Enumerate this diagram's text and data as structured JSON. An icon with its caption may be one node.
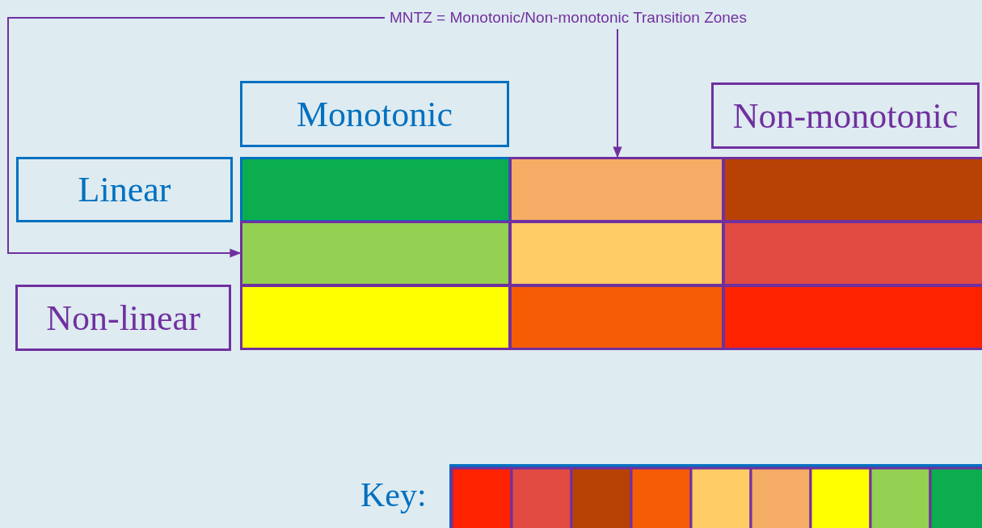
{
  "diagram": {
    "nodes": [
      {
        "text": [
          "MNTZ = Monotonic/Non-monotonic Transition Zones"
        ]
      },
      {
        "text": [
          "Monotonic"
        ]
      },
      {
        "text": [
          "Non-monotonic"
        ]
      },
      {
        "text": [
          "Linear"
        ]
      },
      {
        "text": [
          "Non-linear"
        ]
      },
      {
        "text": [],
        "shape": "box"
      },
      {
        "text": [],
        "shape": "box"
      },
      {
        "text": [],
        "shape": "box"
      },
      {
        "text": [],
        "shape": "box"
      },
      {
        "text": [],
        "shape": "box"
      },
      {
        "text": [],
        "shape": "box"
      },
      {
        "text": [],
        "shape": "box"
      },
      {
        "text": [],
        "shape": "box"
      },
      {
        "text": [],
        "shape": "box"
      }
    ],
    "edges": [
      {
        "from": 0,
        "to": 6,
        "arrow": "to"
      },
      {
        "from": 0,
        "to": 8,
        "arrow": "to"
      }
    ],
    "labels": [
      "Key:"
    ]
  }
}
